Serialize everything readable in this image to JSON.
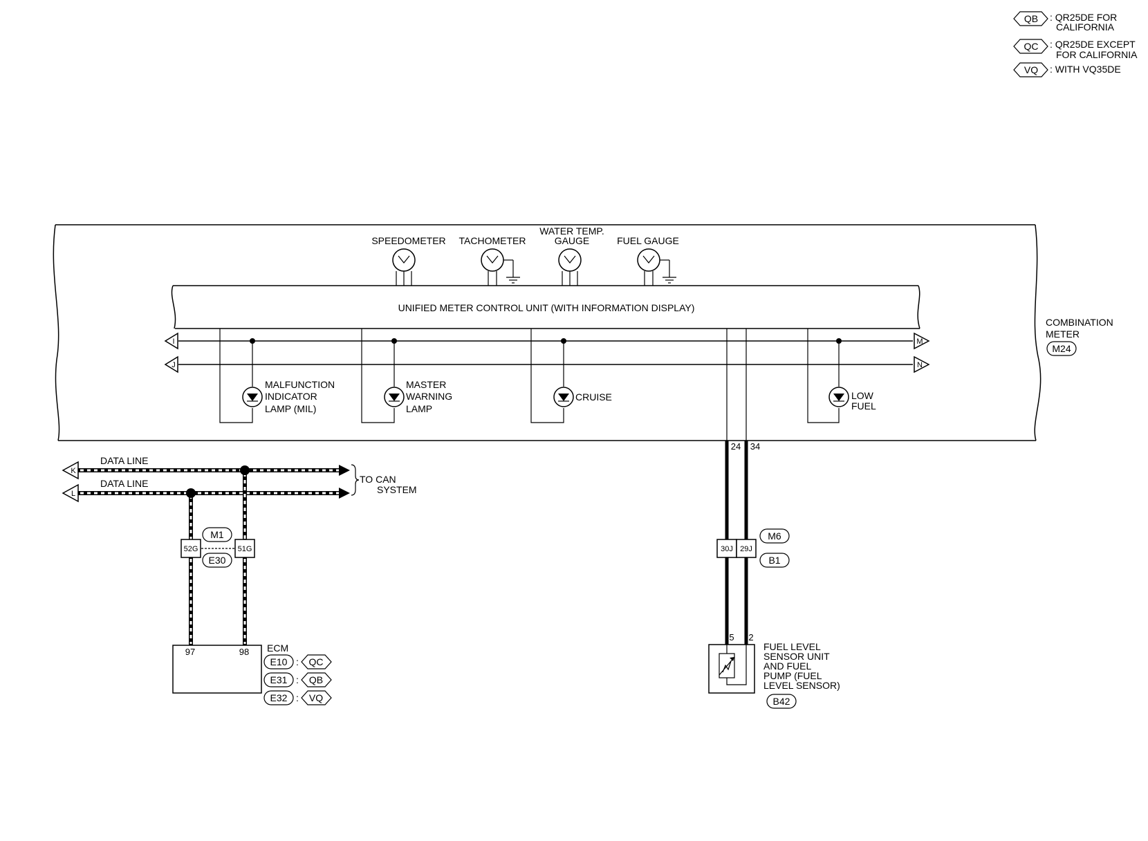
{
  "legend": [
    {
      "code": "QB",
      "desc_line1": ": QR25DE FOR",
      "desc_line2": "CALIFORNIA"
    },
    {
      "code": "QC",
      "desc_line1": ": QR25DE EXCEPT",
      "desc_line2": "FOR CALIFORNIA"
    },
    {
      "code": "VQ",
      "desc_line1": ": WITH VQ35DE",
      "desc_line2": ""
    }
  ],
  "meter": {
    "name_line1": "COMBINATION",
    "name_line2": "METER",
    "connector": "M24",
    "control_unit": "UNIFIED METER CONTROL UNIT (WITH INFORMATION DISPLAY)",
    "gauges": {
      "speedometer": "SPEEDOMETER",
      "tachometer": "TACHOMETER",
      "water_temp_line1": "WATER TEMP.",
      "water_temp_line2": "GAUGE",
      "fuel_gauge": "FUEL GAUGE"
    },
    "lamps": {
      "mil": [
        "MALFUNCTION",
        "INDICATOR",
        "LAMP (MIL)"
      ],
      "master": [
        "MASTER",
        "WARNING",
        "LAMP"
      ],
      "cruise": "CRUISE",
      "low_fuel": [
        "LOW",
        "FUEL"
      ]
    },
    "terminals": {
      "left_top": "I",
      "left_bottom": "J",
      "right_top": "M",
      "right_bottom": "N",
      "pin_a": "24",
      "pin_b": "34"
    }
  },
  "can": {
    "line_label": "DATA LINE",
    "k": "K",
    "l": "L",
    "to_can_line1": "TO CAN",
    "to_can_line2": "SYSTEM",
    "joint_a": "52G",
    "joint_b": "51G",
    "conn_top": "M1",
    "conn_bottom": "E30"
  },
  "ecm": {
    "name": "ECM",
    "pin_a": "97",
    "pin_b": "98",
    "connectors": [
      {
        "conn": "E10",
        "sep": ":",
        "code": "QC"
      },
      {
        "conn": "E31",
        "sep": ":",
        "code": "QB"
      },
      {
        "conn": "E32",
        "sep": ":",
        "code": "VQ"
      }
    ]
  },
  "fuel_circuit": {
    "joint_a": "30J",
    "joint_b": "29J",
    "conn_top": "M6",
    "conn_bottom": "B1",
    "sensor_pin_a": "5",
    "sensor_pin_b": "2",
    "sensor_label": [
      "FUEL LEVEL",
      "SENSOR UNIT",
      "AND FUEL",
      "PUMP (FUEL",
      "LEVEL SENSOR)"
    ],
    "sensor_connector": "B42"
  }
}
